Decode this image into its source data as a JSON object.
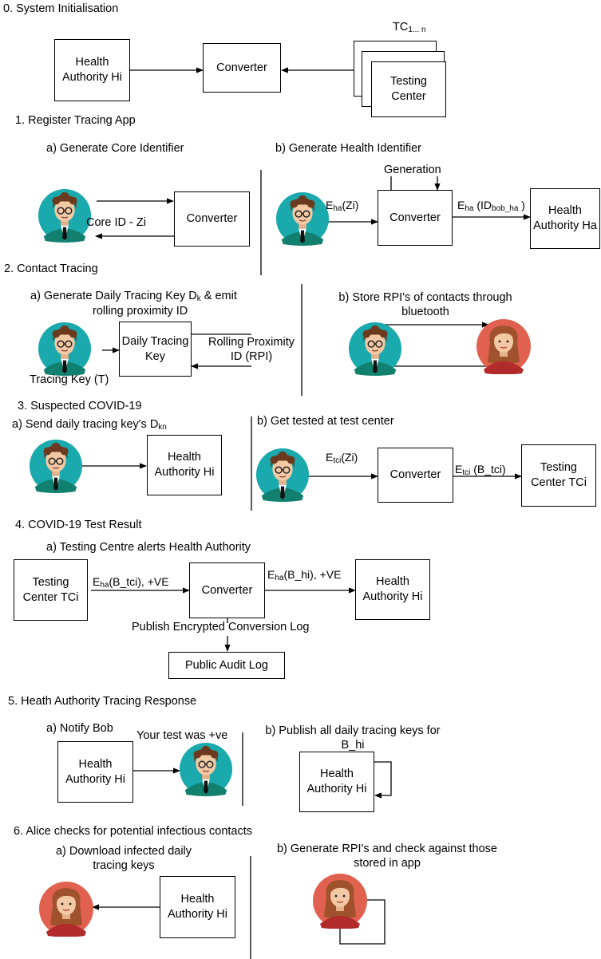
{
  "sections": {
    "s0": "0. System Initialisation",
    "s1": "1. Register Tracing App",
    "s2": "2. Contact Tracing",
    "s3": "3. Suspected COVID-19",
    "s4": "4. COVID-19 Test Result",
    "s5": "5. Heath Authority Tracing Response",
    "s6": "6. Alice checks for potential infectious contacts"
  },
  "s0": {
    "health_authority": "Health Authority Hi",
    "converter": "Converter",
    "testing_center": "Testing Center",
    "tc_label": "TC",
    "tc_sub": "1... n"
  },
  "s1": {
    "a_title": "a) Generate Core Identifier",
    "a_core_id": "Core ID - Zi",
    "a_converter": "Converter",
    "b_title": "b) Generate Health Identifier",
    "b_generation": "Generation",
    "b_eha": "E",
    "b_eha_sub": "ha",
    "b_eha_arg": "(Zi)",
    "b_converter": "Converter",
    "b_out": "E",
    "b_out_sub": "ha",
    "b_out_arg1": " (ID",
    "b_out_sub2": "bob_ha",
    "b_out_arg2": " )",
    "b_health_authority": "Health Authority Ha"
  },
  "s2": {
    "a_title_1": "a) Generate Daily Tracing Key D",
    "a_title_sub": "k",
    "a_title_2": " & emit",
    "a_title_line2": "rolling proximity ID",
    "a_daily_key": "Daily Tracing Key",
    "a_rpi": "Rolling Proximity ID (RPI)",
    "a_tracing_key": "Tracing Key (T)",
    "b_title": "b) Store RPI's of contacts through bluetooth"
  },
  "s3": {
    "a_title": "a) Send daily tracing key's D",
    "a_title_sub": "kn",
    "a_health_authority": "Health Authority Hi",
    "b_title": "b) Get tested at test center",
    "b_etci": "E",
    "b_etci_sub": "tci",
    "b_etci_arg": "(Zi)",
    "b_converter": "Converter",
    "b_out": "E",
    "b_out_sub": "tci",
    "b_out_arg": " (B_tci)",
    "b_testing_center": "Testing Center TCi"
  },
  "s4": {
    "a_title": "a) Testing Centre alerts Health Authority",
    "testing_center": "Testing Center TCi",
    "in_label": "E",
    "in_sub": "ha",
    "in_arg": "(B_tci), +VE",
    "converter": "Converter",
    "out_label": "E",
    "out_sub": "ha",
    "out_arg": "(B_hi), +VE",
    "health_authority": "Health Authority Hi",
    "publish": "Publish Encrypted Conversion Log",
    "audit_log": "Public Audit Log"
  },
  "s5": {
    "a_title": "a) Notify Bob",
    "a_health_authority": "Health Authority Hi",
    "a_message": "Your test was +ve",
    "b_title": "b) Publish all daily tracing keys for B_hi",
    "b_health_authority": "Health Authority Hi"
  },
  "s6": {
    "a_title": "a) Download infected daily tracing keys",
    "a_health_authority": "Health Authority Hi",
    "b_title": "b) Generate RPI's and check against those stored in app"
  },
  "colors": {
    "bob_bg": "#1aa9ad",
    "alice_bg": "#e0614f",
    "hair_bob": "#6b3a1e",
    "hair_alice": "#a0522d",
    "skin": "#f3c8a4"
  },
  "icons": {
    "bob": "bob-avatar-icon",
    "alice": "alice-avatar-icon"
  }
}
